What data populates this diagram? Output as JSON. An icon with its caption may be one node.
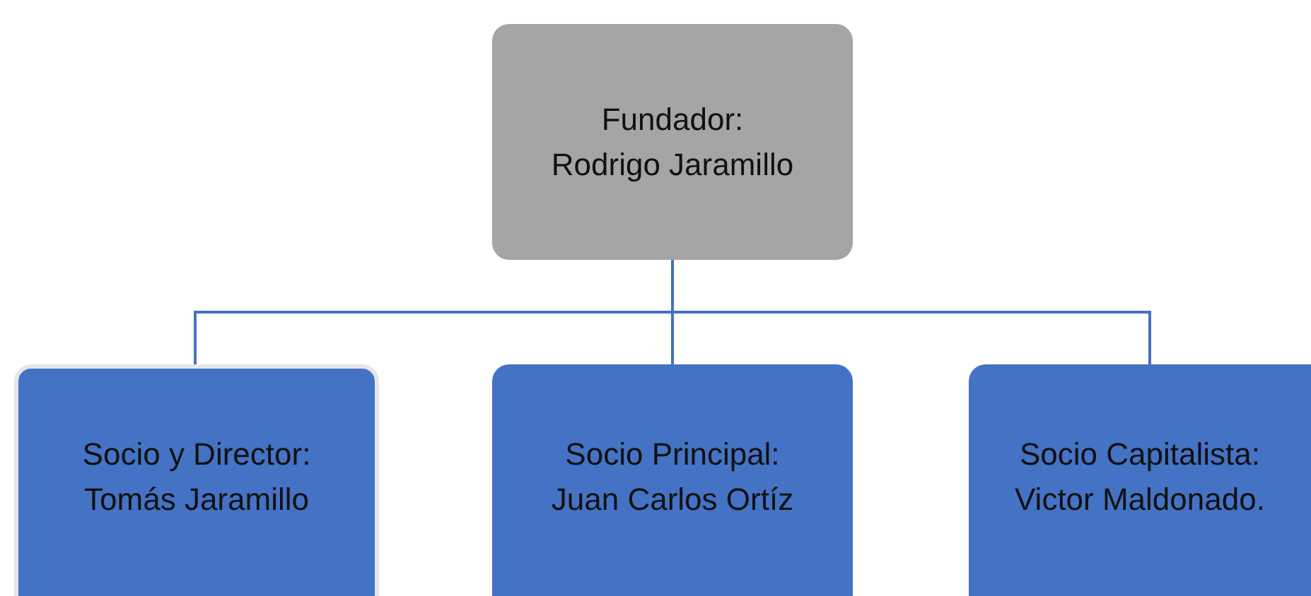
{
  "diagram": {
    "nodes": [
      {
        "text": [
          "Fundador:",
          "Rodrigo Jaramillo"
        ]
      },
      {
        "text": [
          "Socio y Director:",
          "Tomás Jaramillo"
        ]
      },
      {
        "text": [
          "Socio Principal:",
          "Juan Carlos Ortíz"
        ]
      },
      {
        "text": [
          "Socio Capitalista:",
          "Victor Maldonado."
        ]
      }
    ],
    "edges": [
      {
        "from": 0,
        "to": 1,
        "arrow": "none"
      },
      {
        "from": 0,
        "to": 2,
        "arrow": "none"
      },
      {
        "from": 0,
        "to": 3,
        "arrow": "none"
      }
    ]
  }
}
